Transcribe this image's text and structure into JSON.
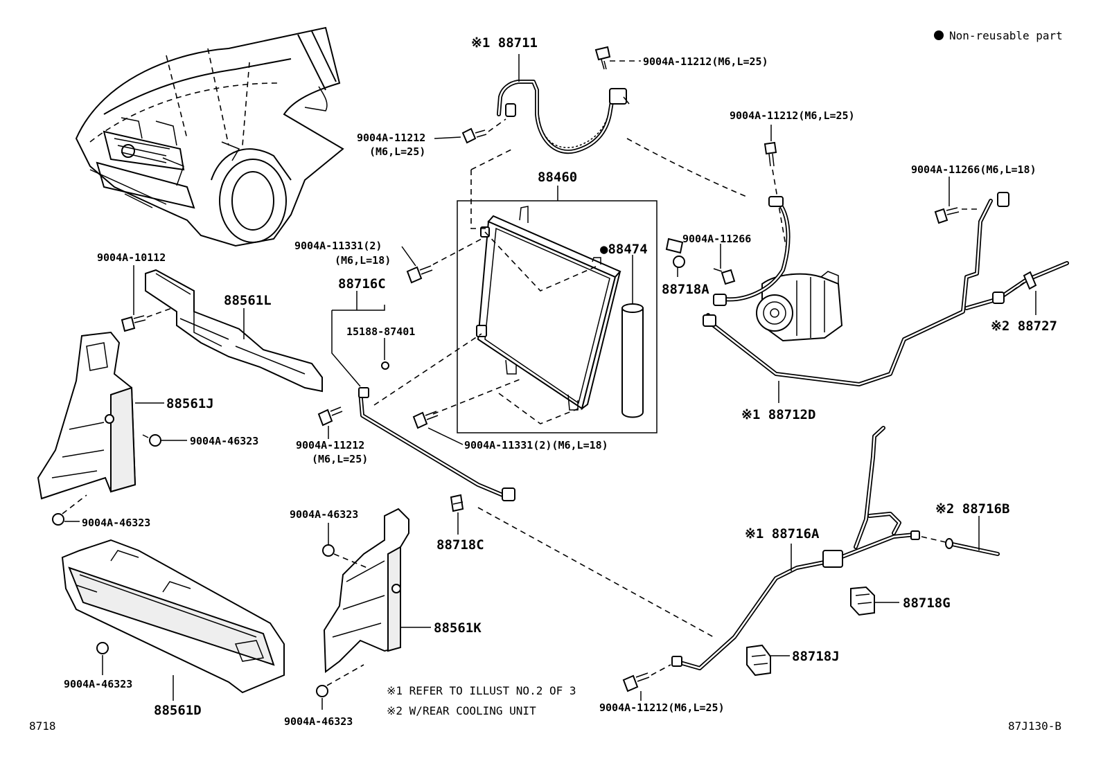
{
  "legend": {
    "symbol": "●",
    "text": "Non-reusable part"
  },
  "labels": {
    "p88711": "※1 88711",
    "b9004A_11212_a": "9004A-11212(M6,L=25)",
    "b9004A_11212_b1": "9004A-11212",
    "b9004A_11212_b2": "(M6,L=25)",
    "b9004A_11212_c": "9004A-11212(M6,L=25)",
    "b9004A_11266_a": "9004A-11266(M6,L=18)",
    "p88460": "88460",
    "b9004A_11331_a1": "9004A-11331(2)",
    "b9004A_11331_a2": "(M6,L=18)",
    "p88474": "●88474",
    "b9004A_11266_b": "9004A-11266",
    "p88718A": "88718A",
    "b9004A_10112": "9004A-10112",
    "p88561L": "88561L",
    "p88716C": "88716C",
    "p15188_87401": "15188-87401",
    "p88727": "※2 88727",
    "p88561J": "88561J",
    "b9004A_46323_a": "9004A-46323",
    "p88712D": "※1 88712D",
    "b9004A_11212_d1": "9004A-11212",
    "b9004A_11212_d2": "(M6,L=25)",
    "b9004A_11331_b": "9004A-11331(2)(M6,L=18)",
    "b9004A_46323_b": "9004A-46323",
    "p88716B": "※2 88716B",
    "b9004A_46323_c": "9004A-46323",
    "p88718C": "88718C",
    "p88716A": "※1 88716A",
    "p88718G": "88718G",
    "p88561K": "88561K",
    "p88718J": "88718J",
    "b9004A_46323_d": "9004A-46323",
    "p88561D": "88561D",
    "b9004A_46323_e": "9004A-46323",
    "b9004A_11212_e": "9004A-11212(M6,L=25)"
  },
  "notes": [
    "※1  REFER TO ILLUST NO.2 OF 3",
    "※2  W/REAR COOLING UNIT"
  ],
  "footer": {
    "left": "8718",
    "right": "87J130-B"
  }
}
